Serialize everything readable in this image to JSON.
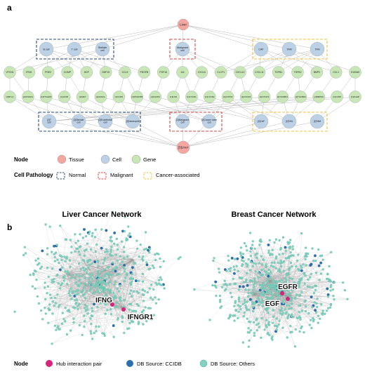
{
  "panel_a": {
    "label": "a",
    "top_tissue": "Liver",
    "bottom_tissue": "[3]Liver",
    "group_cells": {
      "normal": [
        "B cell",
        "T cell",
        "Stellate cell"
      ],
      "malignant": [
        "Malignant cell"
      ],
      "cancer_associated": [
        "CAF",
        "TAM",
        "TAN"
      ]
    },
    "genes_top": [
      "VTCN1",
      "IFNG",
      "PGE2",
      "COMP",
      "HGF",
      "GDF15",
      "CCL5",
      "PDGFB",
      "FGF18",
      "IL6",
      "CXCL6",
      "CLCF1",
      "CXCL12",
      "CXCL11",
      "TGFB1",
      "TGFB2",
      "BMP2",
      "CCL1",
      "S100A9"
    ],
    "genes_bottom": [
      "[1]BTLA",
      "[1]IFNGR1",
      "[1]PTGER4",
      "[1]CD36",
      "[1]MET",
      "[1]GFRAL",
      "[1]CCR5",
      "[1]PDGFRB",
      "[1]FGFR3",
      "[1]IL6R",
      "[1]CXCR1",
      "[1]CXCR2",
      "[1]CNTFR",
      "[1]CXCR4",
      "[1]CXCR3",
      "[1]TGFBR1",
      "[1]TGFBR2",
      "[1]BMPR2",
      "[1]CCR8",
      "[1]AGER"
    ],
    "bottom_cells": {
      "normal": [
        "[2]T cell",
        "[2]Stellate cell",
        "[2]Endothelial cell",
        "[2]Neutrophil"
      ],
      "malignant": [
        "[2]Malignant cell",
        "[2]Cancer stem cell"
      ],
      "cancer_associated": [
        "[2]CAF",
        "[2]TAN",
        "[2]TAM"
      ]
    },
    "legend": {
      "node_title": "Node",
      "node_items": [
        "Tissue",
        "Cell",
        "Gene"
      ],
      "pathology_title": "Cell Pathology",
      "pathology_items": [
        "Normal",
        "Malignant",
        "Cancer-associated"
      ]
    },
    "colors": {
      "tissue": "#f4a6a1",
      "cell": "#bcd0e6",
      "gene": "#c8e6b6",
      "normal": "#2b4a7a",
      "malignant": "#d64545",
      "cancer_associated": "#f0c040"
    }
  },
  "panel_b": {
    "label": "b",
    "liver_title": "Liver Cancer Network",
    "breast_title": "Breast Cancer Network",
    "liver_labels": [
      "IFNG",
      "IFNGR1"
    ],
    "breast_labels": [
      "EGFR",
      "EGF"
    ],
    "legend": {
      "title": "Node",
      "items": [
        "Hub interaction pair",
        "DB Source: CCIDB",
        "DB Source: Others"
      ]
    },
    "colors": {
      "hub": "#d6247a",
      "ccidb": "#2a6fae",
      "others": "#7fd3c0"
    }
  }
}
